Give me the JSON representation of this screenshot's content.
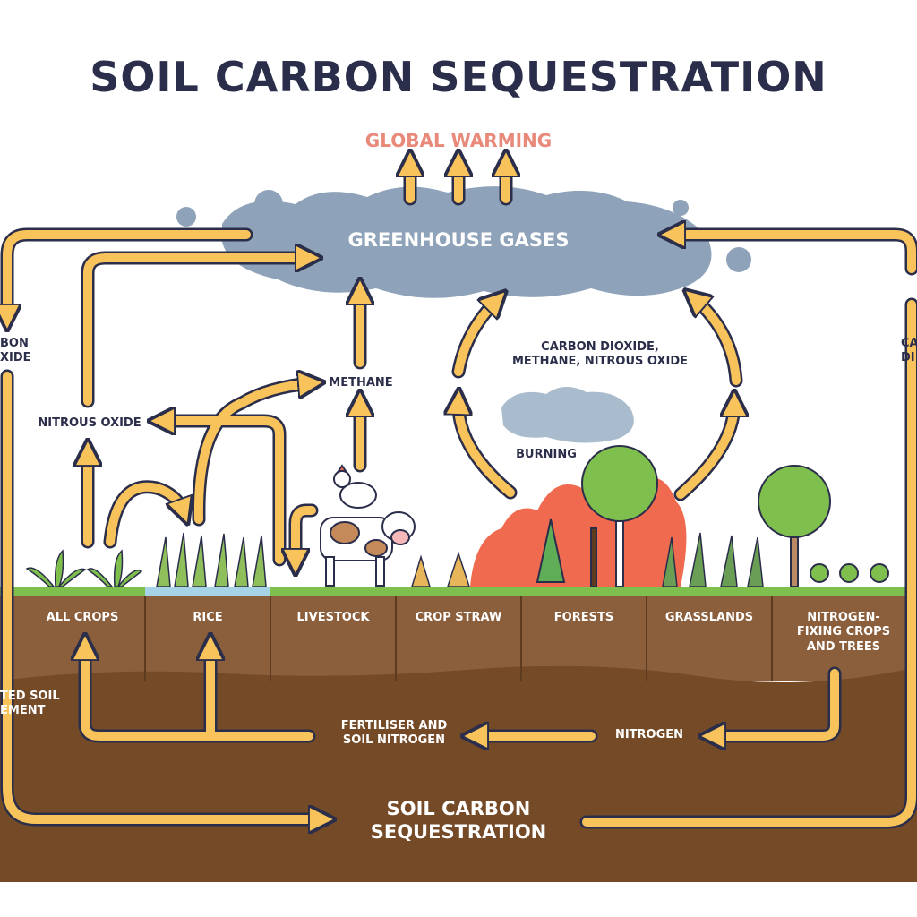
{
  "title": "SOIL CARBON SEQUESTRATION",
  "global_warming": "GLOBAL WARMING",
  "greenhouse_gases": "GREENHOUSE GASES",
  "labels": {
    "left_gas": "BON\nXIDE",
    "right_gas": "CA\nDI",
    "nitrous_oxide": "NITROUS OXIDE",
    "methane": "METHANE",
    "combustion": "CARBON DIOXIDE,\nMETHANE, NITROUS OXIDE",
    "burning": "BURNING",
    "left_management": "TED SOIL\nEMENT",
    "fertiliser": "FERTILISER AND\nSOIL NITROGEN",
    "nitrogen": "NITROGEN",
    "soil_carbon": "SOIL CARBON\nSEQUESTRATION"
  },
  "categories": [
    "ALL CROPS",
    "RICE",
    "LIVESTOCK",
    "CROP STRAW",
    "FORESTS",
    "GRASSLANDS",
    "NITROGEN-\nFIXING CROPS\nAND TREES"
  ],
  "colors": {
    "title": "#2b2e4a",
    "warming": "#e8897a",
    "cloud": "#8ea3b9",
    "arrow": "#f9c35c",
    "arrow_outline": "#2b2e4a",
    "soil_top": "#8b5e3c",
    "soil_deep": "#744a27",
    "grass": "#7fbf4d",
    "water": "#a6d3e6",
    "fire": "#ef6a4e"
  }
}
